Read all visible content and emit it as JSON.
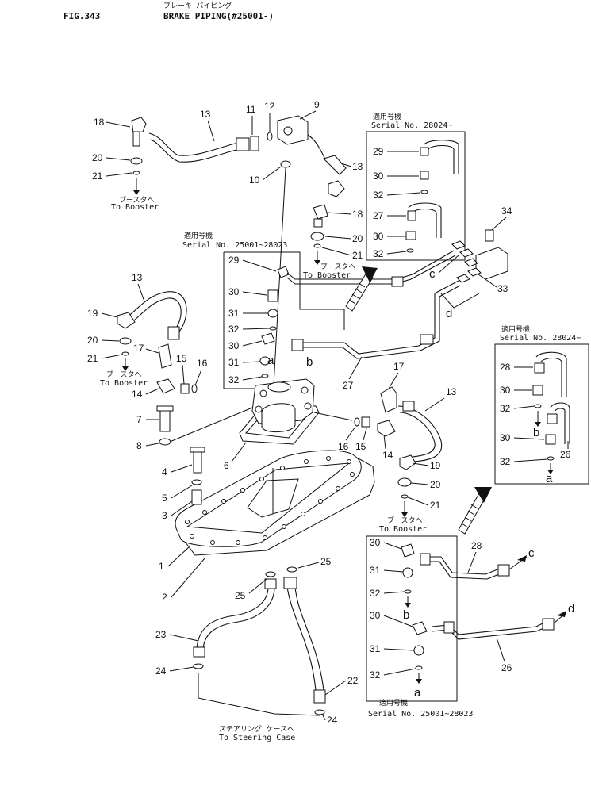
{
  "header": {
    "fig": "FIG.343",
    "title_jp": "ブレーキ パイピング",
    "title_en": "BRAKE PIPING(#25001-)"
  },
  "notes": {
    "serial_jp": "適用号機",
    "serial_upper_right": "Serial No. 28024~",
    "serial_left": "Serial No. 25001~28023",
    "serial_right_mid": "Serial No. 28024~",
    "serial_lower": "Serial No. 25001~28023",
    "booster_jp": "ブースタへ",
    "to_booster": "To Booster",
    "steering_jp": "ステアリング ケースへ",
    "to_steering": "To Steering Case"
  },
  "callouts": {
    "n1": "1",
    "n2": "2",
    "n3": "3",
    "n4": "4",
    "n5": "5",
    "n6": "6",
    "n7": "7",
    "n8": "8",
    "n9": "9",
    "n10": "10",
    "n11": "11",
    "n12": "12",
    "n13": "13",
    "n14": "14",
    "n15": "15",
    "n16": "16",
    "n17": "17",
    "n18": "18",
    "n19": "19",
    "n20": "20",
    "n21": "21",
    "n22": "22",
    "n23": "23",
    "n24": "24",
    "n25": "25",
    "n26": "26",
    "n27": "27",
    "n28": "28",
    "n29": "29",
    "n30": "30",
    "n31": "31",
    "n32": "32",
    "n33": "33",
    "n34": "34"
  },
  "letters": {
    "a": "a",
    "b": "b",
    "c": "c",
    "d": "d"
  }
}
